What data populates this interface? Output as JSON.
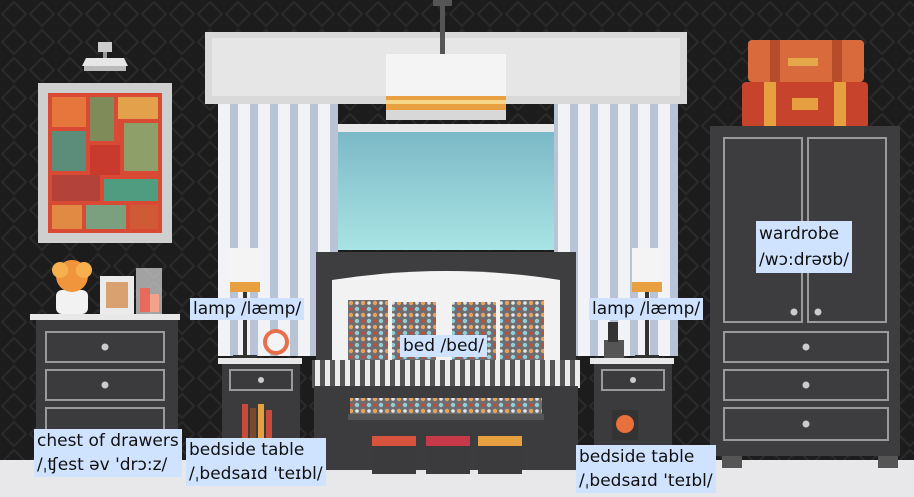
{
  "labels": {
    "lamp_left": {
      "text": "lamp /læmp/"
    },
    "lamp_right": {
      "text": "lamp /læmp/"
    },
    "bed": {
      "text": "bed /bed/"
    },
    "wardrobe": {
      "line1": "wardrobe",
      "line2": "/wɔ:drəʊb/"
    },
    "chest": {
      "line1": "chest of drawers",
      "line2": "/ˌʧest əv 'drɔ:z/"
    },
    "bedside_left": {
      "line1": "bedside table",
      "line2": "/ˌbedsaɪd 'teɪbl/"
    },
    "bedside_right": {
      "line1": "bedside table",
      "line2": "/ˌbedsaɪd 'teɪbl/"
    }
  }
}
